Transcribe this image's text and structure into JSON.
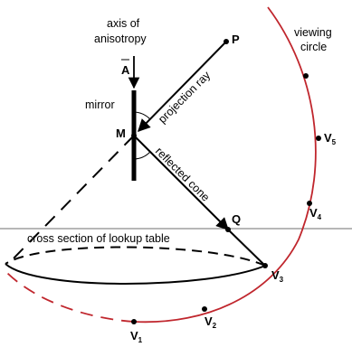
{
  "labels": {
    "axis_line1": "axis of",
    "axis_line2": "anisotropy",
    "vector_A": "A",
    "point_P": "P",
    "mirror": "mirror",
    "point_M": "M",
    "projection_ray": "projection ray",
    "reflected_cone": "reflected cone",
    "point_Q": "Q",
    "lookup_table": "cross section of lookup table",
    "viewing_line1": "viewing",
    "viewing_line2": "circle",
    "v_letter": "V",
    "v1_sub": "1",
    "v2_sub": "2",
    "v3_sub": "3",
    "v4_sub": "4",
    "v5_sub": "5"
  },
  "colors": {
    "circle": "#c0262d",
    "ink": "#000000",
    "table_line": "#8c8c8c"
  }
}
